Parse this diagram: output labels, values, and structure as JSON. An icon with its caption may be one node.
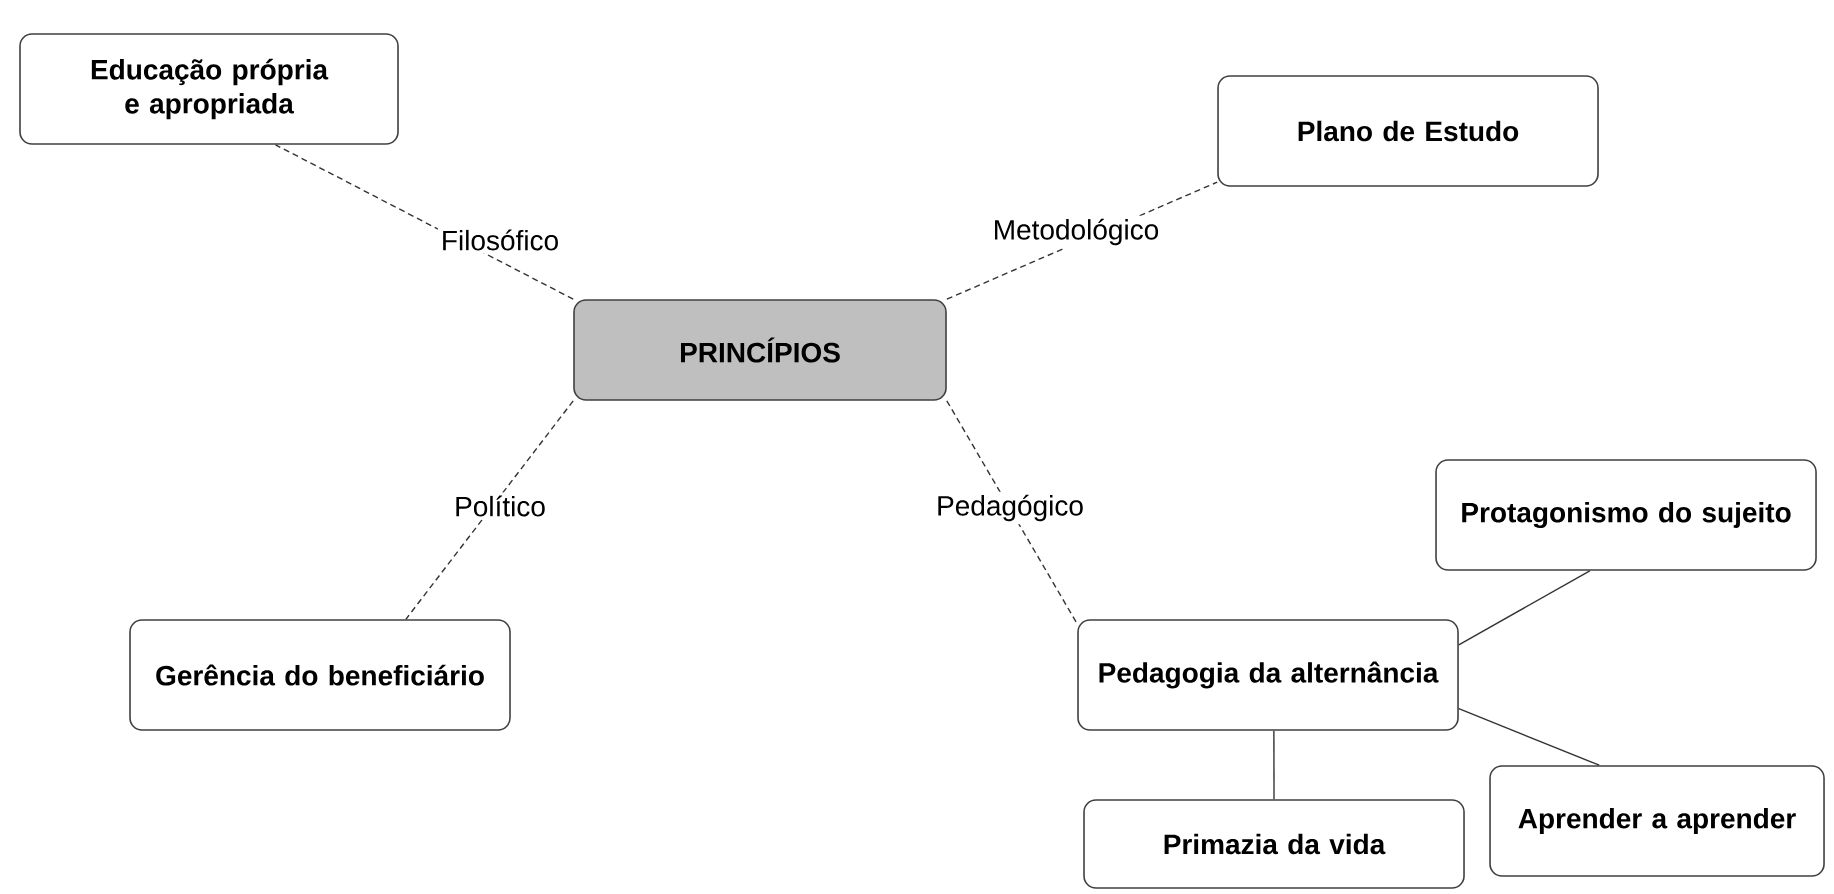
{
  "diagram": {
    "nodes": [
      {
        "text": [
          "PRINCÍPIOS"
        ]
      },
      {
        "text": [
          "Educação própria e apropriada"
        ]
      },
      {
        "text": [
          "Plano de Estudo"
        ]
      },
      {
        "text": [
          "Gerência do beneficiário"
        ]
      },
      {
        "text": [
          "Pedagogia da alternância"
        ]
      },
      {
        "text": [
          "Protagonismo do sujeito"
        ]
      },
      {
        "text": [
          "Aprender a aprender"
        ]
      },
      {
        "text": [
          "Primazia da vida"
        ]
      }
    ],
    "edges": [
      {
        "from": 0,
        "to": 1,
        "arrow": "none",
        "label": "Filosófico",
        "style": "dashed"
      },
      {
        "from": 0,
        "to": 2,
        "arrow": "none",
        "label": "Metodológico",
        "style": "dashed"
      },
      {
        "from": 0,
        "to": 3,
        "arrow": "none",
        "label": "Político",
        "style": "dashed"
      },
      {
        "from": 0,
        "to": 4,
        "arrow": "none",
        "label": "Pedagógico",
        "style": "dashed"
      },
      {
        "from": 4,
        "to": 5,
        "arrow": "none"
      },
      {
        "from": 4,
        "to": 6,
        "arrow": "none"
      },
      {
        "from": 4,
        "to": 7,
        "arrow": "none"
      }
    ]
  }
}
